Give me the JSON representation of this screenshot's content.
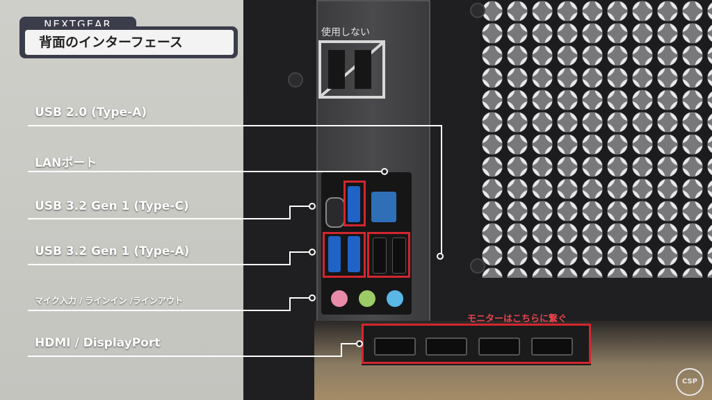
{
  "brand": "NEXTGEAR",
  "title": "背面のインターフェース",
  "unused_label": "使用しない",
  "labels": {
    "usb20": "USB 2.0 (Type-A)",
    "lan": "LANポート",
    "usb32c": "USB 3.2 Gen 1 (Type-C)",
    "usb32a": "USB 3.2 Gen 1 (Type-A)",
    "audio": "マイク入力 / ラインイン /ラインアウト",
    "hdmi_dp": "HDMI / DisplayPort"
  },
  "monitor_note": "モニターはこちらに繋ぐ",
  "colors": {
    "title_bg": "#3b3d4a",
    "highlight": "#d3262e",
    "note_text": "#e8434a",
    "usb3_blue": "#1f63c7",
    "audio_pink": "#e88aa8",
    "audio_green": "#9ccc65",
    "audio_blue": "#5ab7e6"
  },
  "icons": [
    "usb-icon",
    "lan-icon",
    "audio-jack-icon",
    "hdmi-icon",
    "logo-icon"
  ]
}
